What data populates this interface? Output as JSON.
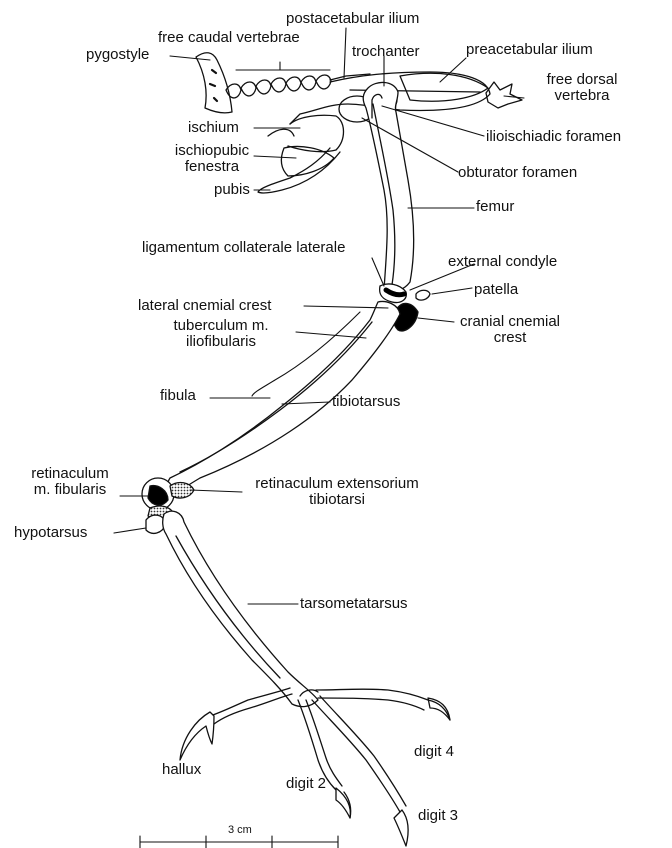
{
  "labels": {
    "postacetabular_ilium": "postacetabular ilium",
    "free_caudal_vertebrae": "free caudal vertebrae",
    "trochanter": "trochanter",
    "preacetabular_ilium": "preacetabular ilium",
    "pygostyle": "pygostyle",
    "free_dorsal_vertebra": [
      "free dorsal",
      "vertebra"
    ],
    "ischium": "ischium",
    "ilioischiadic_foramen": "ilioischiadic foramen",
    "ischiopubic_fenestra": [
      "ischiopubic",
      "fenestra"
    ],
    "obturator_foramen": "obturator foramen",
    "pubis": "pubis",
    "femur": "femur",
    "ligamentum_collaterale_laterale": "ligamentum collaterale laterale",
    "external_condyle": "external condyle",
    "patella": "patella",
    "lateral_cnemial_crest": "lateral cnemial crest",
    "cranial_cnemial_crest": [
      "cranial cnemial",
      "crest"
    ],
    "tuberculum_m_iliofibularis": [
      "tuberculum m.",
      "iliofibularis"
    ],
    "fibula": "fibula",
    "tibiotarsus": "tibiotarsus",
    "retinaculum_m_fibularis": [
      "retinaculum",
      "m. fibularis"
    ],
    "retinaculum_extensorium_tibiotarsi": [
      "retinaculum extensorium",
      "tibiotarsi"
    ],
    "hypotarsus": "hypotarsus",
    "tarsometatarsus": "tarsometatarsus",
    "digit_4": "digit 4",
    "hallux": "hallux",
    "digit_2": "digit 2",
    "digit_3": "digit 3"
  },
  "scale_bar": {
    "label": "3 cm"
  },
  "colors": {
    "ink": "#111111",
    "paper": "#ffffff",
    "hatch": "#555555"
  }
}
